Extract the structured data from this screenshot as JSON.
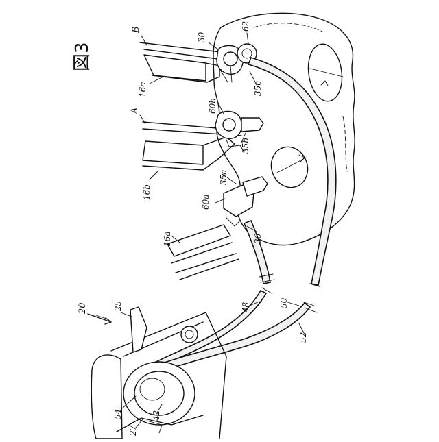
{
  "figure": {
    "title": "図3",
    "labels": {
      "B": "B",
      "A": "A",
      "n30": "30",
      "n62": "62",
      "n16c": "16c",
      "n35c": "35c",
      "n60b": "60b",
      "n35b": "35b",
      "n35a": "35a",
      "n16b": "16b",
      "n60a": "60a",
      "n16a": "16a",
      "n36": "36",
      "n20": "20",
      "n25": "25",
      "n48": "48",
      "n50": "50",
      "n52": "52",
      "n54": "54",
      "n42": "42",
      "n27": "27"
    }
  }
}
